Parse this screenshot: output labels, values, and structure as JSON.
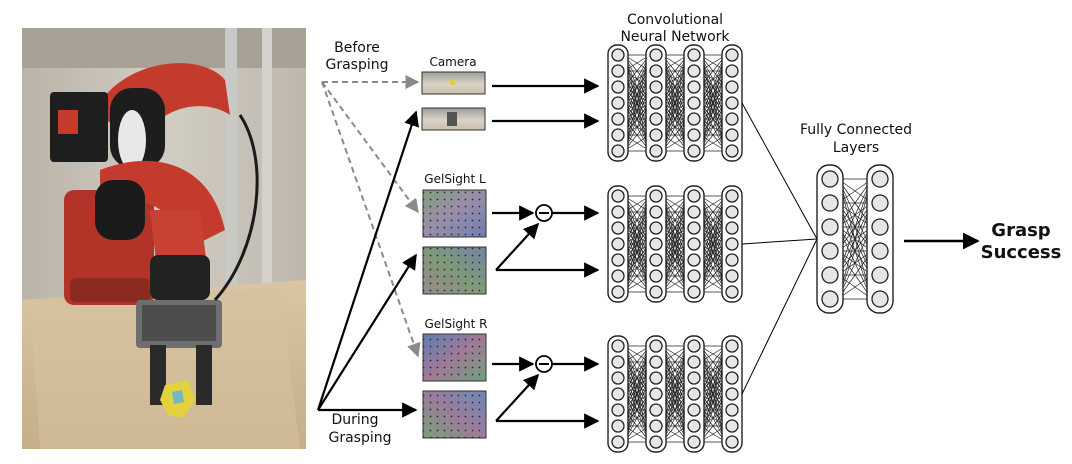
{
  "labels": {
    "before_line1": "Before",
    "before_line2": "Grasping",
    "during_line1": "During",
    "during_line2": "Grasping",
    "camera": "Camera",
    "gelsight_l": "GelSight L",
    "gelsight_r": "GelSight R",
    "cnn_line1": "Convolutional",
    "cnn_line2": "Neural Network",
    "fc_line1": "Fully Connected",
    "fc_line2": "Layers",
    "output_line1": "Grasp",
    "output_line2": "Success"
  },
  "colors": {
    "arrow": "#000000",
    "dashed_arrow": "#8a8a8a",
    "robot_red": "#c43a2c",
    "node_fill": "#e6e6e6",
    "node_stroke": "#222222"
  },
  "network": {
    "cnn_layers": 4,
    "cnn_nodes_per_layer": 7,
    "fc_layers": 2,
    "fc_nodes_per_layer": 6
  }
}
